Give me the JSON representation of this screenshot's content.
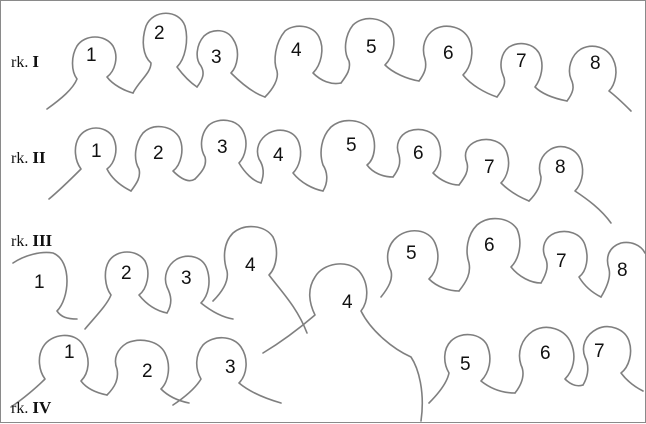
{
  "rows": [
    {
      "prefix": "rk.",
      "numeral": "I",
      "people": [
        "1",
        "2",
        "3",
        "4",
        "5",
        "6",
        "7",
        "8"
      ]
    },
    {
      "prefix": "rk.",
      "numeral": "II",
      "people": [
        "1",
        "2",
        "3",
        "4",
        "5",
        "6",
        "7",
        "8"
      ]
    },
    {
      "prefix": "rk.",
      "numeral": "III",
      "people": [
        "1",
        "2",
        "3",
        "4",
        "5",
        "6",
        "7",
        "8"
      ]
    },
    {
      "prefix": "rk.",
      "numeral": "IV",
      "people": [
        "1",
        "2",
        "3",
        "4",
        "5",
        "6",
        "7"
      ]
    }
  ],
  "colors": {
    "outline": "#7f7f7f",
    "text": "#111111",
    "frame": "#8a8a8a"
  }
}
